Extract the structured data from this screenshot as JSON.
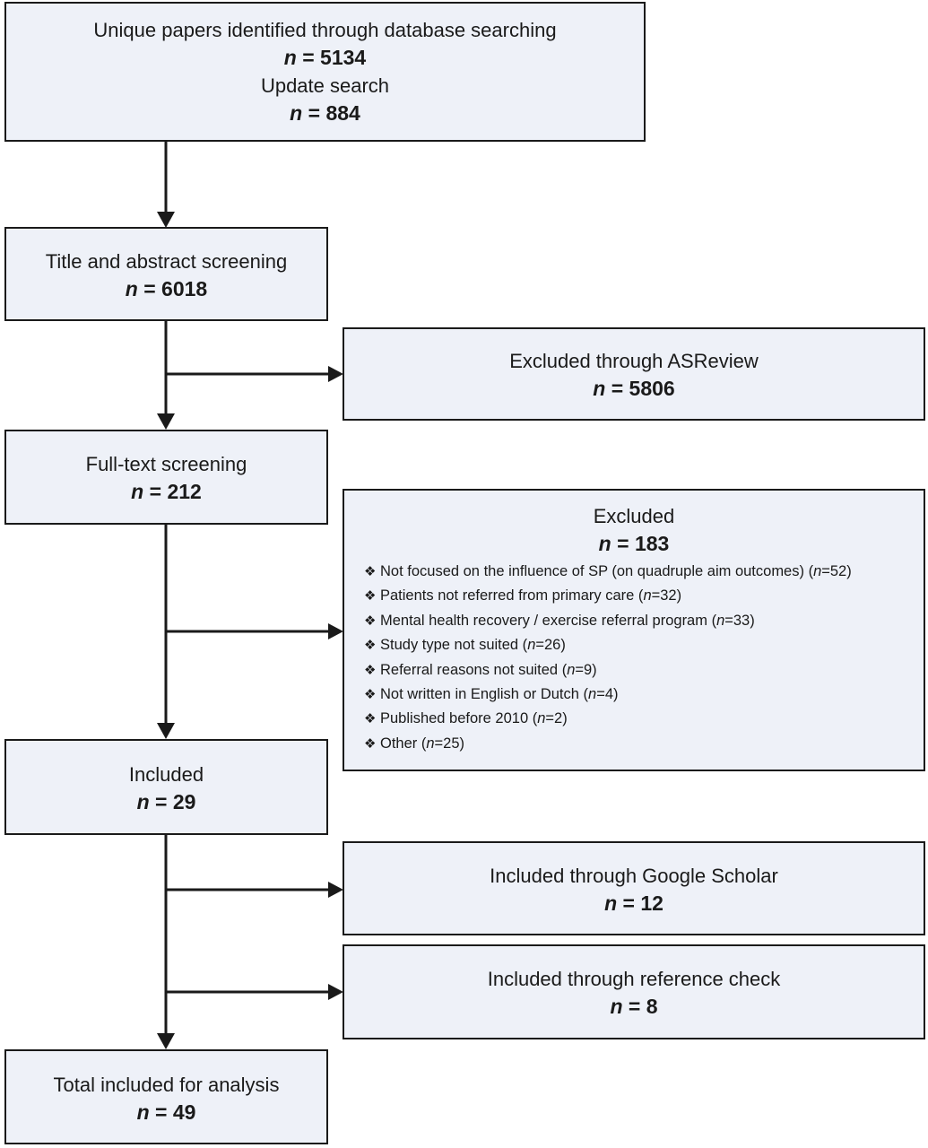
{
  "n_prefix": "n",
  "boxes": {
    "identified": {
      "label": "Unique papers identified through database searching",
      "count": "= 5134",
      "update_label": "Update search",
      "update_count": "= 884"
    },
    "title_abstract": {
      "label": "Title and abstract screening",
      "count": "= 6018"
    },
    "excluded_asreview": {
      "label": "Excluded through ASReview",
      "count": "= 5806"
    },
    "full_text": {
      "label": "Full-text screening",
      "count": "= 212"
    },
    "excluded": {
      "label": "Excluded",
      "count": "= 183",
      "bullet_icon": "diamond-bullet-icon",
      "reasons": [
        {
          "text": "Not focused on the influence of SP (on quadruple aim outcomes) (",
          "value": "=52)"
        },
        {
          "text": "Patients not referred from primary care (",
          "value": "=32)"
        },
        {
          "text": "Mental health recovery / exercise referral program (",
          "value": "=33)"
        },
        {
          "text": "Study type not suited (",
          "value": "=26)"
        },
        {
          "text": "Referral reasons not suited (",
          "value": "=9)"
        },
        {
          "text": "Not written in English or Dutch (",
          "value": "=4)"
        },
        {
          "text": "Published before 2010 (",
          "value": "=2)"
        },
        {
          "text": "Other (",
          "value": "=25)"
        }
      ]
    },
    "included": {
      "label": "Included",
      "count": "= 29"
    },
    "google_scholar": {
      "label": "Included through Google Scholar",
      "count": "= 12"
    },
    "reference_check": {
      "label": "Included through reference check",
      "count": "= 8"
    },
    "total": {
      "label": "Total included for analysis",
      "count": "= 49"
    }
  },
  "colors": {
    "box_fill": "#eef1f8",
    "stroke": "#1a1a1a"
  }
}
